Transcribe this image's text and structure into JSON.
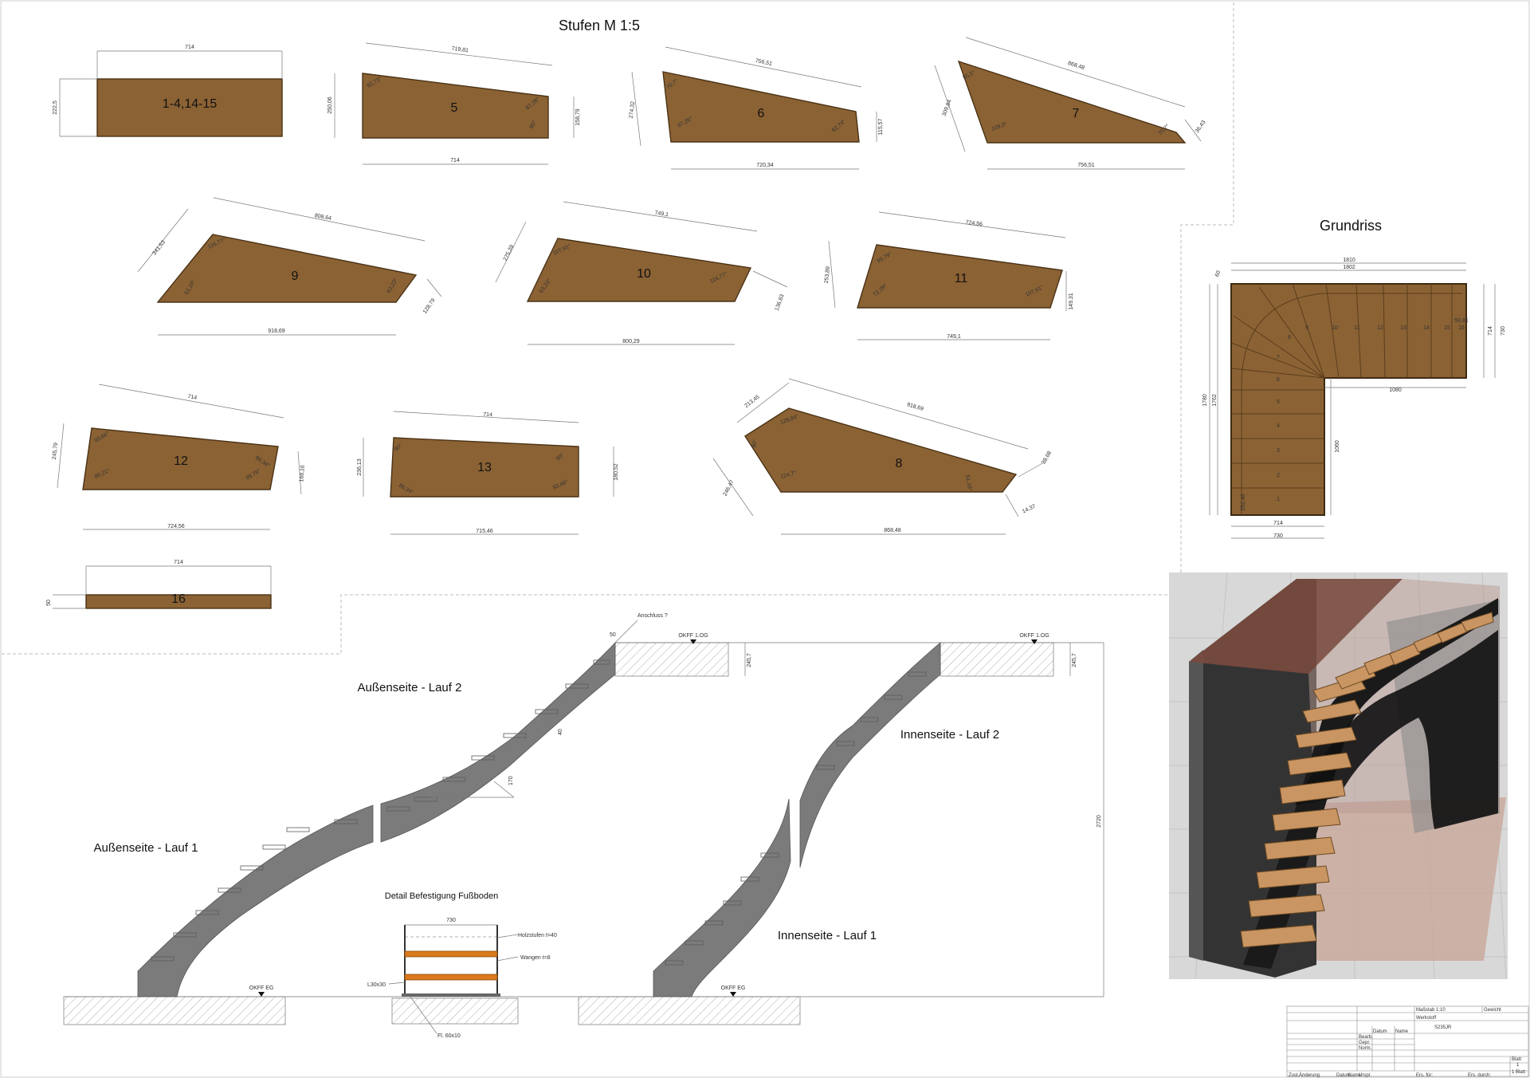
{
  "sheet": {
    "title_steps": "Stufen  M 1:5",
    "title_plan": "Grundriss"
  },
  "steps": [
    {
      "label": "1-4,14-15",
      "dims": [
        "714",
        "222,5"
      ],
      "angles": []
    },
    {
      "label": "5",
      "dims": [
        "719,81",
        "250,06",
        "714",
        "158,79"
      ],
      "angles": [
        "92,73°",
        "87,28°",
        "90°"
      ]
    },
    {
      "label": "6",
      "dims": [
        "756,51",
        "274,32",
        "720,34",
        "115,57"
      ],
      "angles": [
        "70,7°",
        "97,26°",
        "82,74°"
      ]
    },
    {
      "label": "7",
      "dims": [
        "868,48",
        "309,84",
        "756,51",
        "36,43"
      ],
      "angles": [
        "55,5°",
        "109,3°",
        "70,7°"
      ]
    },
    {
      "label": "9",
      "dims": [
        "808,64",
        "341,53",
        "918,69",
        "128,79"
      ],
      "angles": [
        "116,77°",
        "51,16°",
        "63,23°"
      ]
    },
    {
      "label": "10",
      "dims": [
        "749,1",
        "275,39",
        "800,29",
        "136,83"
      ],
      "angles": [
        "107,61°",
        "63,23°",
        "116,77°"
      ]
    },
    {
      "label": "11",
      "dims": [
        "724,56",
        "253,89",
        "749,1",
        "149,31"
      ],
      "angles": [
        "99,79°",
        "72,39°",
        "107,61°"
      ]
    },
    {
      "label": "12",
      "dims": [
        "714",
        "245,79",
        "724,56",
        "168,16"
      ],
      "angles": [
        "93,66°",
        "80,21°",
        "86,34°",
        "99,79°"
      ]
    },
    {
      "label": "13",
      "dims": [
        "714",
        "236,13",
        "715,46",
        "180,52"
      ],
      "angles": [
        "90°",
        "86,34°",
        "90°",
        "93,66°"
      ]
    },
    {
      "label": "8",
      "dims": [
        "213,45",
        "918,69",
        "38,68",
        "246,47",
        "868,48",
        "14,37"
      ],
      "angles": [
        "128,84°",
        "90°",
        "124,7°",
        "51,16°"
      ]
    },
    {
      "label": "16",
      "dims": [
        "714",
        "50"
      ],
      "angles": []
    }
  ],
  "plan": {
    "dims": [
      "1810",
      "1802",
      "60",
      "714",
      "730",
      "1780",
      "1762",
      "1080",
      "1060",
      "714",
      "730",
      "252,46",
      "50,81"
    ],
    "numbers": [
      "1",
      "2",
      "3",
      "4",
      "5",
      "6",
      "7",
      "8",
      "9",
      "10",
      "11",
      "12",
      "13",
      "14",
      "15",
      "16"
    ]
  },
  "elevations": {
    "outer2": "Außenseite - Lauf 2",
    "outer1": "Außenseite - Lauf 1",
    "inner2": "Innenseite - Lauf 2",
    "inner1": "Innenseite - Lauf 1",
    "okff_og": "OKFF 1.OG",
    "okff_eg": "OKFF EG",
    "anschluss": "Anschluss ?",
    "dim_2457": "245,7",
    "dim_50": "50",
    "dim_40": "40",
    "dim_170": "170",
    "dim_2720": "2720"
  },
  "detail": {
    "title": "Detail Befestigung Fußboden",
    "width": "730",
    "holzstufen": "Holzstufen t=40",
    "wangen": "Wangen t=8",
    "l30": "L30x30",
    "fl": "Fl. 60x10"
  },
  "titleblock": {
    "scale": "Maßstab 1:10",
    "weight": "Gewicht",
    "material_label": "Werkstoff",
    "material": "S235JR",
    "date": "Datum",
    "name": "Name",
    "rows": [
      "Bearb.",
      "Gepr.",
      "Norm."
    ],
    "footer": [
      "Zust.",
      "Änderung",
      "Datum",
      "Name",
      "Urspr.",
      "Ers. für:",
      "Ers. durch:"
    ],
    "sheet_label": "Blatt",
    "sheet_no": "1",
    "sheets": "1 Blatt"
  },
  "colors": {
    "wood": "#8b6234",
    "steel": "#7b7b7b",
    "flat_bar": "#d97a1c"
  }
}
